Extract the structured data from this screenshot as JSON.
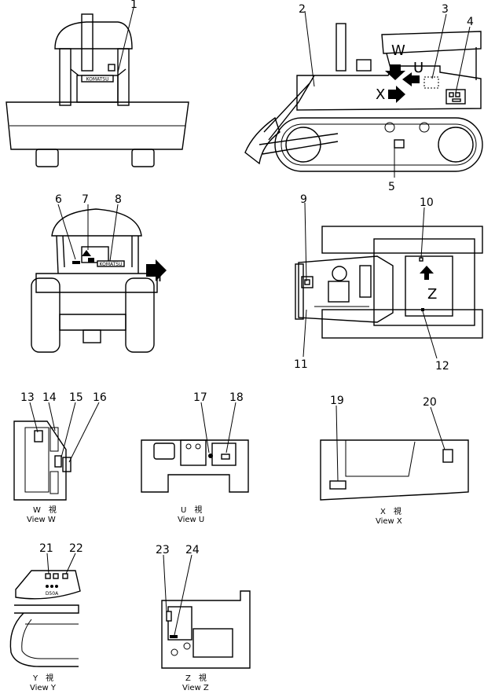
{
  "callouts": [
    "1",
    "2",
    "3",
    "4",
    "5",
    "6",
    "7",
    "8",
    "9",
    "10",
    "11",
    "12",
    "13",
    "14",
    "15",
    "16",
    "17",
    "18",
    "19",
    "20",
    "21",
    "22",
    "23",
    "24"
  ],
  "view_arrows": {
    "w": "W",
    "u": "U",
    "x": "X",
    "y": "Y",
    "z": "Z"
  },
  "captions": {
    "w": {
      "jp": "W　視",
      "en": "View  W"
    },
    "u": {
      "jp": "U　視",
      "en": "View  U"
    },
    "x": {
      "jp": "X　視",
      "en": "View  X"
    },
    "y": {
      "jp": "Y　視",
      "en": "View  Y"
    },
    "z": {
      "jp": "Z　視",
      "en": "View  Z"
    }
  },
  "plate_text": {
    "brand": "KOMATSU",
    "brand2": "KOMATSU",
    "small_plate": "D50A"
  },
  "colors": {
    "line": "#000000",
    "background": "#ffffff"
  }
}
